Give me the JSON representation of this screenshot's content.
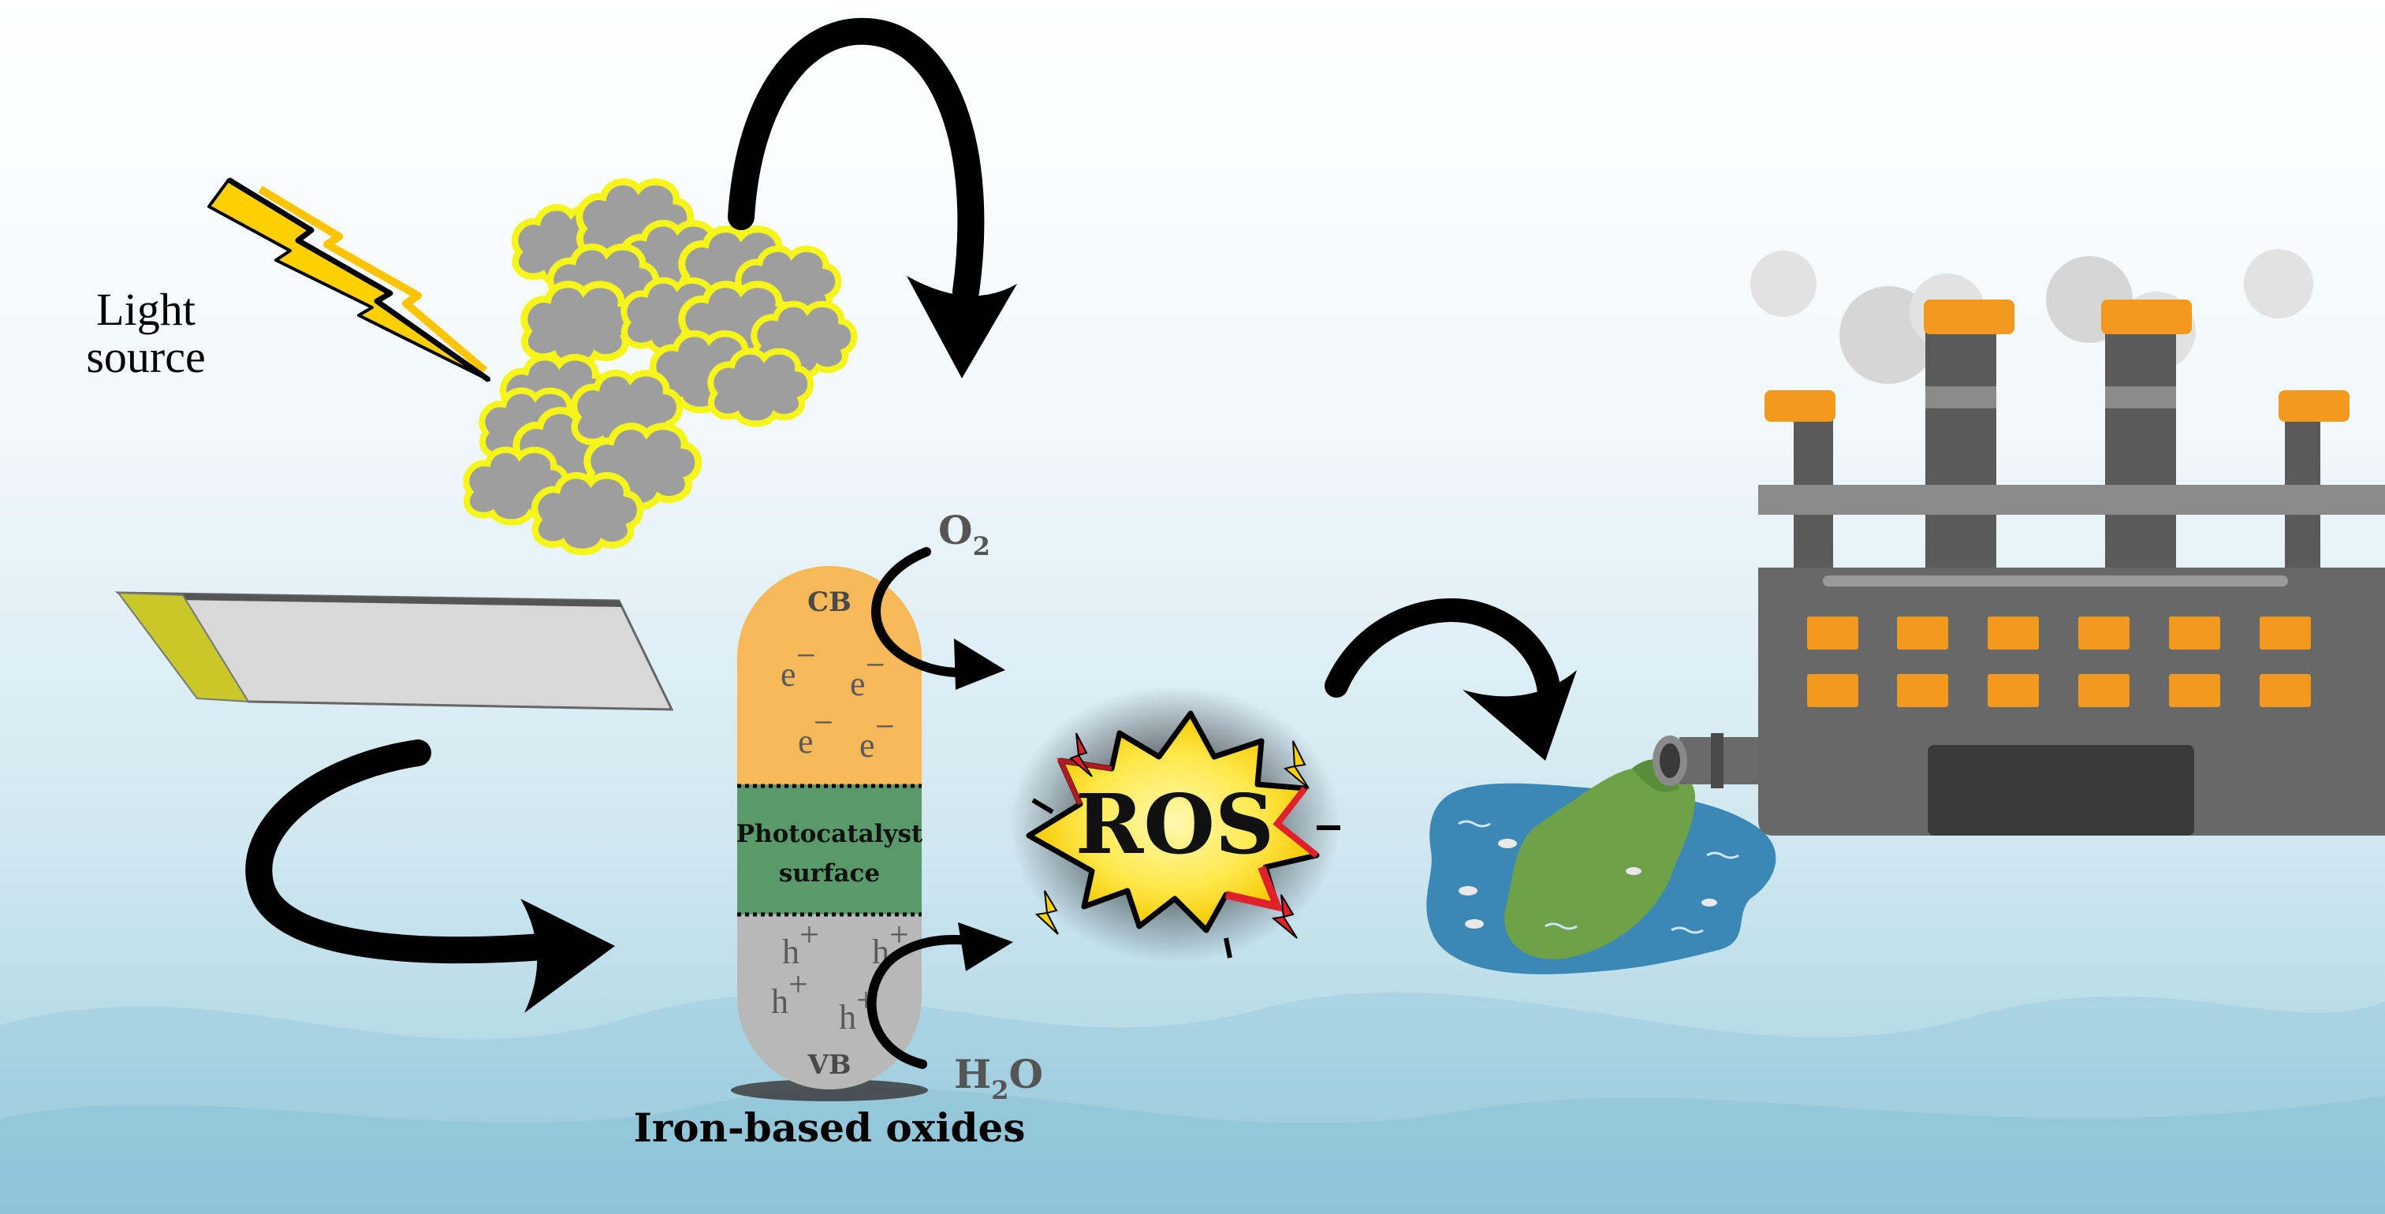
{
  "labels": {
    "light_source_line1": "Light",
    "light_source_line2": "source",
    "conduction_band": "CB",
    "valence_band": "VB",
    "electron": "e",
    "electron_charge": "−",
    "hole": "h",
    "hole_charge": "+",
    "surface_line1": "Photocatalyst",
    "surface_line2": "surface",
    "oxygen_base": "O",
    "oxygen_sub": "2",
    "water_h": "H",
    "water_sub": "2",
    "water_o": "O",
    "ros": "ROS",
    "catalyst_name": "Iron-based oxides"
  },
  "colors": {
    "background_top": "#ffffff",
    "background_bottom": "#9fcfe0",
    "cb_band": "#f7b85a",
    "surface_band": "#5a9a6a",
    "vb_band": "#b8b8b8",
    "lightning": "#ffd000",
    "particle": "#9e9e9e",
    "particle_glow": "#f5f51a",
    "ros_burst": "#ffe94d",
    "ros_accent": "#e0202a",
    "factory_body": "#686868",
    "factory_window": "#f39a1e",
    "water": "#3b87b5",
    "algae": "#6fa04a",
    "arrow": "#000000"
  },
  "icons": {
    "light": "lightning-bolt-icon",
    "nanoparticles": "nanoparticle-cluster-icon",
    "light_bar": "light-tube-icon",
    "factory": "factory-icon",
    "water_body": "polluted-water-icon",
    "ros_burst": "explosion-burst-icon"
  }
}
